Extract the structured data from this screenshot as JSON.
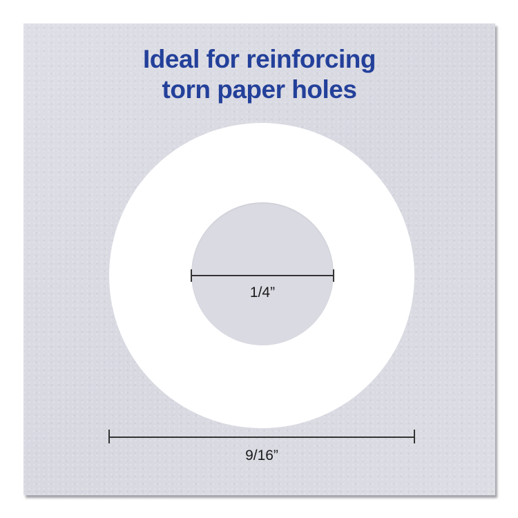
{
  "headline": {
    "line1": "Ideal for reinforcing",
    "line2": "torn paper holes",
    "color": "#23409a"
  },
  "dimensions": {
    "inner_diameter": "1/4”",
    "outer_diameter": "9/16”"
  },
  "colors": {
    "card_background": "#dcdce4",
    "ring": "#ffffff",
    "dimension_lines": "#333333"
  }
}
